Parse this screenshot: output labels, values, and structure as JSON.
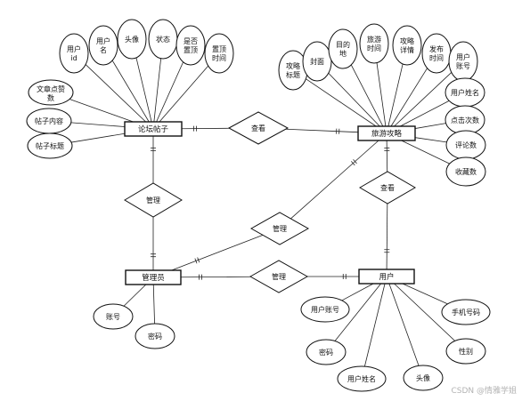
{
  "entities": {
    "post": "论坛帖子",
    "guide": "旅游攻略",
    "admin": "管理员",
    "user": "用户"
  },
  "relations": {
    "post_admin": "管理",
    "post_guide": "查看",
    "admin_guide": "管理",
    "guide_user": "查看",
    "admin_user": "管理"
  },
  "attributes": {
    "post": [
      "文章点赞数",
      "帖子内容",
      "帖子标题",
      "用户id",
      "用户名",
      "头像",
      "状态",
      "是否置顶",
      "置顶时间"
    ],
    "guide": [
      "攻略标题",
      "封面",
      "目的地",
      "旅游时间",
      "攻略详情",
      "发布时间",
      "用户账号",
      "用户姓名",
      "点击次数",
      "评论数",
      "收藏数"
    ],
    "admin": [
      "账号",
      "密码"
    ],
    "user": [
      "用户账号",
      "手机号码",
      "密码",
      "用户姓名",
      "头像",
      "性别"
    ]
  },
  "watermark": "CSDN @情雅学姐"
}
